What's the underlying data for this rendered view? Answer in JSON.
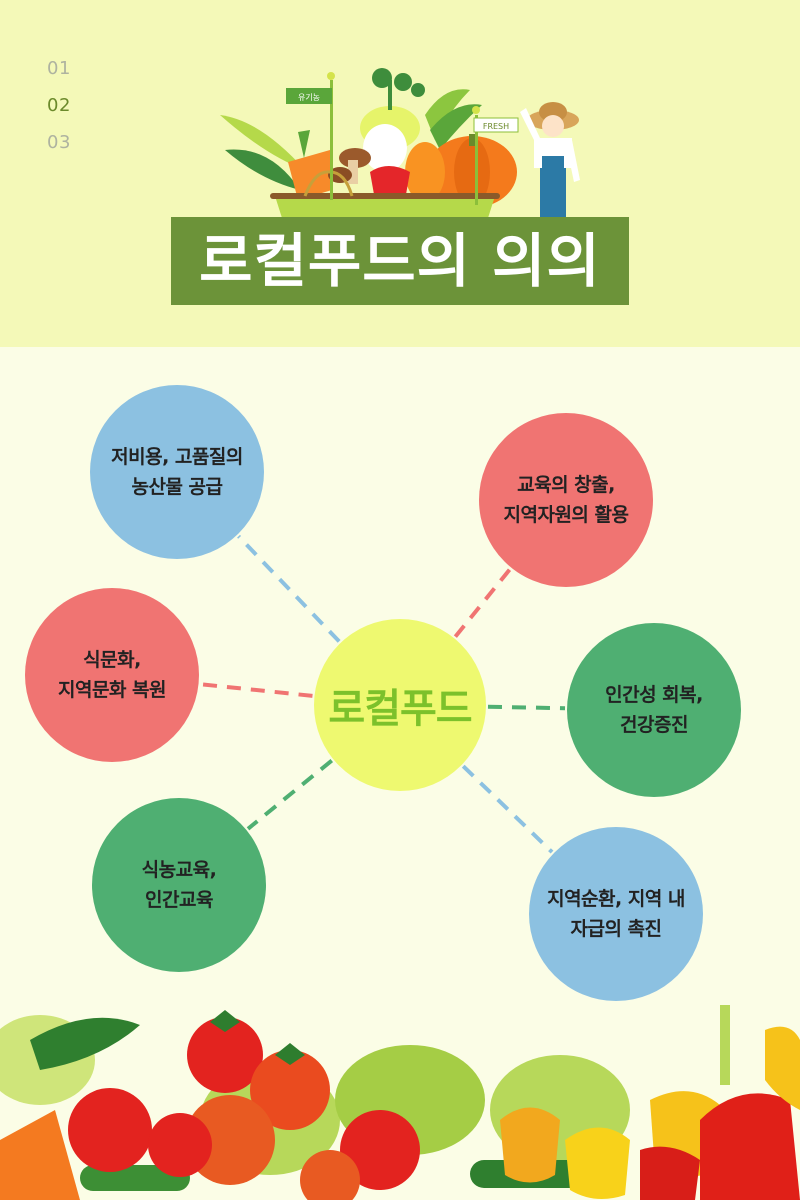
{
  "nav": {
    "items": [
      "01",
      "02",
      "03"
    ],
    "active_index": 1
  },
  "hero": {
    "sign_left": "유기농",
    "sign_right": "FRESH"
  },
  "title": "로컬푸드의 의의",
  "diagram": {
    "center": "로컬푸드",
    "nodes": [
      {
        "label": "저비용, 고품질의\n농산물 공급",
        "color": "#8cc1e1"
      },
      {
        "label": "교육의 창출,\n지역자원의 활용",
        "color": "#f07472"
      },
      {
        "label": "식문화,\n지역문화 복원",
        "color": "#f07472"
      },
      {
        "label": "인간성 회복,\n건강증진",
        "color": "#4faf72"
      },
      {
        "label": "식농교육,\n인간교육",
        "color": "#4faf72"
      },
      {
        "label": "지역순환, 지역 내\n자급의 촉진",
        "color": "#8cc1e1"
      }
    ]
  },
  "colors": {
    "header_bg": "#f4f9b8",
    "body_bg": "#fbfde6",
    "title_bg": "#6c9339",
    "center_circle": "#eef970",
    "center_text": "#7cc12b"
  }
}
